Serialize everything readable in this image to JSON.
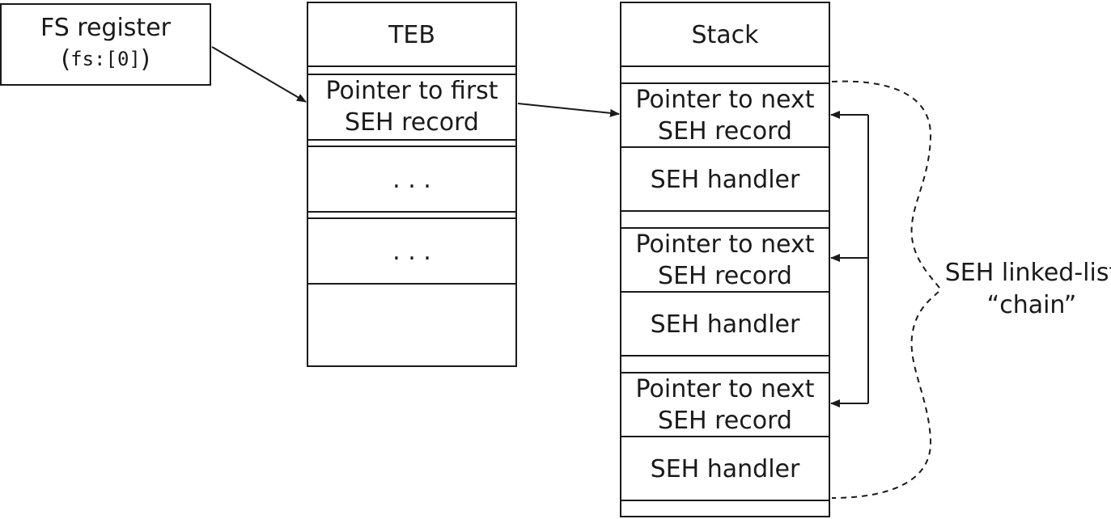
{
  "fs_register": {
    "title": "FS register",
    "open_paren": "(",
    "code": "fs:[0]",
    "close_paren": ")"
  },
  "teb": {
    "title": "TEB",
    "pointer_label": "Pointer to first\nSEH record",
    "ellipsis_1": ". . .",
    "ellipsis_2": ". . ."
  },
  "stack": {
    "title": "Stack",
    "records": [
      {
        "next": "Pointer to next\nSEH record",
        "handler": "SEH handler"
      },
      {
        "next": "Pointer to next\nSEH record",
        "handler": "SEH handler"
      },
      {
        "next": "Pointer to next\nSEH record",
        "handler": "SEH handler"
      }
    ]
  },
  "chain_label": "SEH linked-list\n“chain”"
}
